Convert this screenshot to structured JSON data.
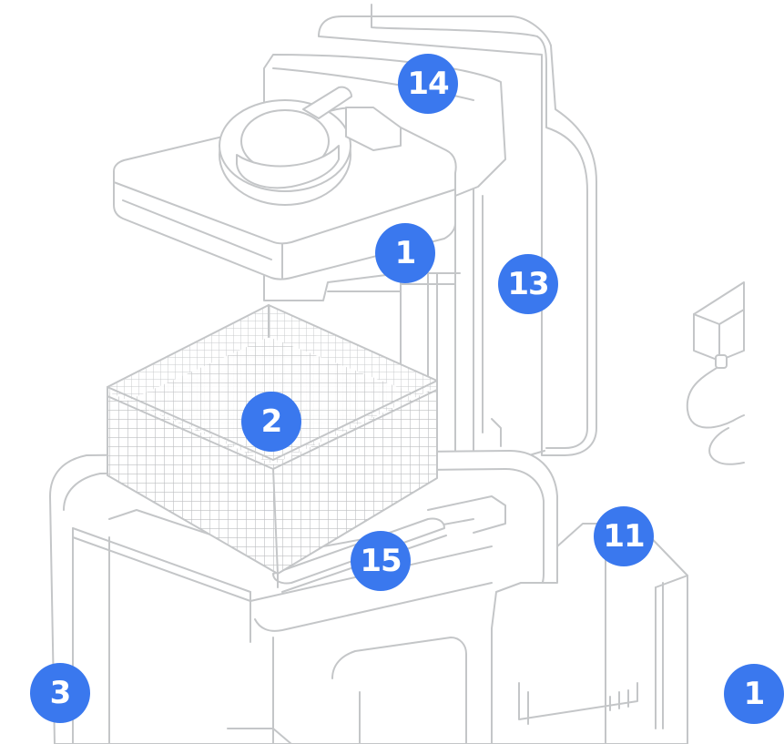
{
  "callouts": [
    {
      "id": "b1",
      "label": "1"
    },
    {
      "id": "b2",
      "label": "2"
    },
    {
      "id": "b3",
      "label": "3"
    },
    {
      "id": "b11",
      "label": "11"
    },
    {
      "id": "b13",
      "label": "13"
    },
    {
      "id": "b14",
      "label": "14"
    },
    {
      "id": "b15",
      "label": "15"
    },
    {
      "id": "b12",
      "label": "1"
    }
  ],
  "colors": {
    "badge": "#3a78ee",
    "outline": "#c4c6c8"
  }
}
